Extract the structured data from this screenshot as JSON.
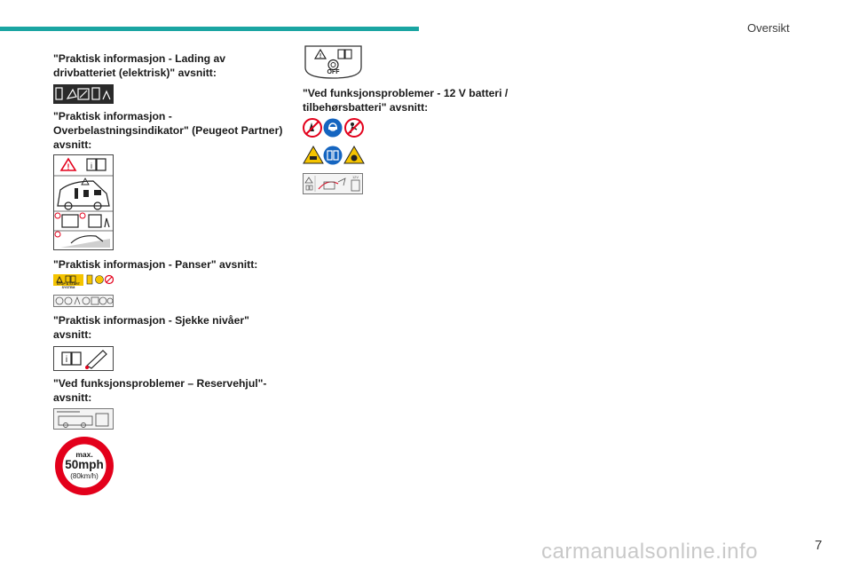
{
  "header": {
    "title": "Oversikt"
  },
  "page_number": "7",
  "left_column": {
    "heading_1": "\"Praktisk informasjon - Lading av drivbatteriet (elektrisk)\" avsnitt:",
    "heading_2": "\"Praktisk informasjon - Overbelastningsindikator\" (Peugeot Partner) avsnitt:",
    "heading_3": "\"Praktisk informasjon - Panser\" avsnitt:",
    "stop_start_label": "STOP & START SYSTEM",
    "heading_4": "\"Praktisk informasjon - Sjekke nivåer\" avsnitt:",
    "heading_5": "\"Ved funksjonsproblemer – Reservehjul\"-avsnitt:",
    "speed_sign": {
      "top": "max.",
      "main": "50mph",
      "sub": "(80km/h)"
    }
  },
  "right_column": {
    "switch_label": "OFF",
    "heading_6": "\"Ved funksjonsproblemer - 12 V batteri / tilbehørsbatteri\" avsnitt:"
  },
  "watermark": "carmanualsonline.info",
  "colors": {
    "accent": "#1aa5a2",
    "warning_red": "#e3001b",
    "mandatory_blue": "#1565c0",
    "warning_yellow": "#f5c400"
  }
}
